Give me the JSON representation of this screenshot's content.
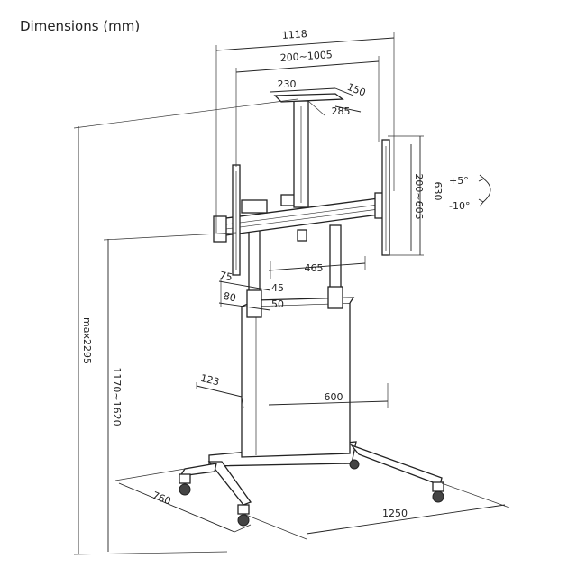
{
  "heading": "Dimensions (mm)",
  "dimensions": {
    "overall_width": "1118",
    "vesa_horizontal": "200~1005",
    "top_plate_width": "230",
    "top_plate_depth": "150",
    "top_plate_span": "285",
    "bracket_height": "630",
    "vesa_vertical": "200~605",
    "tilt_up": "+5°",
    "tilt_down": "-10°",
    "column_offset": "465",
    "offset_75": "75",
    "offset_45": "45",
    "offset_80": "80",
    "offset_50": "50",
    "max_height": "max2295",
    "height_range": "1170~1620",
    "cabinet_depth": "123",
    "cabinet_width": "600",
    "base_depth": "760",
    "base_width": "1250"
  }
}
